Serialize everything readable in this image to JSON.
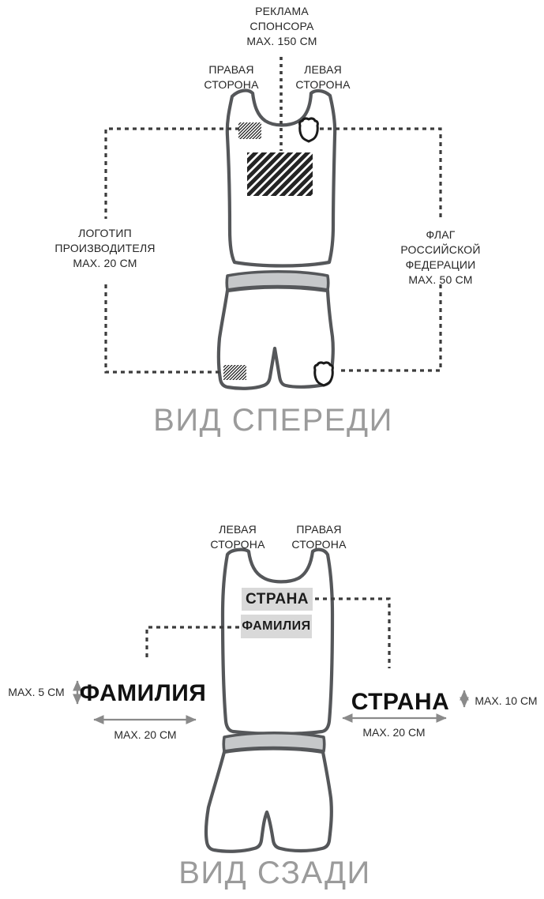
{
  "colors": {
    "outline": "#55575a",
    "waistband": "#c6c8ca",
    "dashed": "#3c3c3c",
    "arrow": "#8a8a8a",
    "title_gray": "#9b9b9b",
    "patch_bg": "#d9d9d9"
  },
  "front_view": {
    "sponsor_header": "РЕКЛАМА\nСПОНСОРА\nMAX. 150 СМ",
    "right_side": "ПРАВАЯ\nСТОРОНА",
    "left_side": "ЛЕВАЯ\nСТОРОНА",
    "manufacturer_logo": "ЛОГОТИП\nПРОИЗВОДИТЕЛЯ\nMAX. 20 СМ",
    "flag": "ФЛАГ\nРОССИЙСКОЙ ФЕДЕРАЦИИ\nMAX. 50 СМ",
    "title": "ВИД СПЕРЕДИ"
  },
  "back_view": {
    "left_side": "ЛЕВАЯ\nСТОРОНА",
    "right_side": "ПРАВАЯ\nСТОРОНА",
    "country_patch": "СТРАНА",
    "name_patch": "ФАМИЛИЯ",
    "name_height": "MAX. 5 СМ",
    "name_text": "ФАМИЛИЯ",
    "name_width": "MAX. 20 СМ",
    "country_text": "СТРАНА",
    "country_height": "MAX. 10 СМ",
    "country_width": "MAX. 20 СМ",
    "title": "ВИД СЗАДИ"
  }
}
